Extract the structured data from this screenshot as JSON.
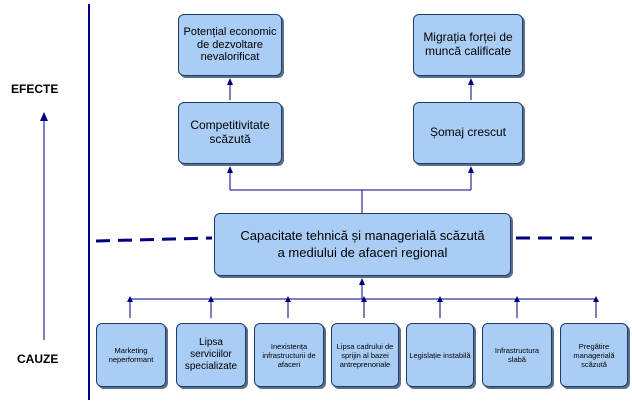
{
  "side_labels": {
    "top": "EFECTE",
    "bottom": "CAUZE"
  },
  "effects": {
    "top_left": "Potențial economic de dezvoltare nevalorificat",
    "top_right": "Migrația forței de muncă calificate",
    "mid_left": "Competitivitate scăzută",
    "mid_right": "Șomaj crescut"
  },
  "center": "Capacitate tehnică și managerială scăzută a mediului de afaceri regional",
  "causes": [
    "Marketing neperformant",
    "Lipsa serviciilor specializate",
    "Inexistența infrastructurii de afaceri",
    "Lipsa cadrului de sprijin al bazei antreprenoriale",
    "Legislație instabilă",
    "Infrastructura slabă",
    "Pregătire managerială scăzută"
  ],
  "colors": {
    "box_fill": "#a9cdf5",
    "box_border": "#1f3c66",
    "line": "#000080"
  }
}
